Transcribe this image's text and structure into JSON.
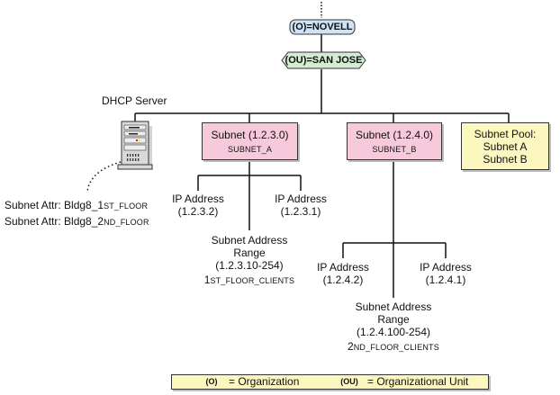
{
  "tree": {
    "org": "(O)=NOVELL",
    "ou": "(OU)=SAN JOSE",
    "dhcp_server": {
      "label": "DHCP Server",
      "attrs": [
        {
          "prefix": "Subnet Attr: Bldg8_",
          "big": "1",
          "small": "ST_FLOOR"
        },
        {
          "prefix": "Subnet Attr: Bldg8_",
          "big": "2",
          "small": "ND_FLOOR"
        }
      ]
    },
    "subnet_a": {
      "title": "Subnet (1.2.3.0)",
      "name": "SUBNET_A",
      "ip_left": {
        "label": "IP Address",
        "value": "(1.2.3.2)"
      },
      "ip_right": {
        "label": "IP Address",
        "value": "(1.2.3.1)"
      },
      "range": {
        "line1": "Subnet Address",
        "line2": "Range",
        "value": "(1.2.3.10-254)",
        "big": "1",
        "small": "ST_FLOOR_CLIENTS"
      }
    },
    "subnet_b": {
      "title": "Subnet (1.2.4.0)",
      "name": "SUBNET_B",
      "ip_left": {
        "label": "IP Address",
        "value": "(1.2.4.2)"
      },
      "ip_right": {
        "label": "IP Address",
        "value": "(1.2.4.1)"
      },
      "range": {
        "line1": "Subnet Address",
        "line2": "Range",
        "value": "(1.2.4.100-254)",
        "big": "2",
        "small": "ND_FLOOR_CLIENTS"
      }
    },
    "pool": {
      "line1": "Subnet Pool:",
      "line2": "Subnet A",
      "line3": "Subnet B"
    }
  },
  "legend": {
    "o_symbol": "(O)",
    "o_text": "= Organization",
    "ou_symbol": "(OU)",
    "ou_text": "= Organizational Unit"
  },
  "colors": {
    "org_fill": "#cfe3f7",
    "ou_fill": "#d6ebd3",
    "subnet_fill": "#f6c9db",
    "pool_fill": "#fbf7bf",
    "line": "#111111"
  }
}
